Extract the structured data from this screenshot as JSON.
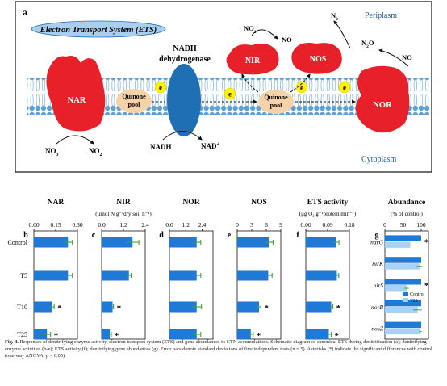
{
  "schematic": {
    "panel_letter": "a",
    "title": "Electron Transport System (ETS)",
    "periplasm": "Periplasm",
    "cytoplasm": "Cytoplasm",
    "nadh_dh_line1": "NADH",
    "nadh_dh_line2": "dehydrogenase",
    "nadh": "NADH",
    "nad": "NAD",
    "nad_sup": "+",
    "nar": "NAR",
    "nir": "NIR",
    "nos": "NOS",
    "nor": "NOR",
    "quinone_line1": "Quinone",
    "quinone_line2": "pool",
    "electron": "e",
    "no3": "NO",
    "no3_sub": "3",
    "no3_sup": "-",
    "no2_in": "NO",
    "no2_in_sub": "2",
    "no2_in_sup": "-",
    "no2_out": "NO",
    "no2_out_sub": "2",
    "no2_out_sup": "-",
    "no_a": "NO",
    "no_b": "NO",
    "n2o": "N",
    "n2o_sub": "2",
    "n2o_tail": "O",
    "n2": "N",
    "n2_sub": "2",
    "colors": {
      "enzyme_red": "#e8202a",
      "dehydrogenase_blue": "#1f6fb5",
      "quinone_fill": "#f6d2a8",
      "electron_fill": "#fff200",
      "title_ellipse": "#a9cfee",
      "membrane_blue": "#5ea0d6"
    }
  },
  "bar_panels": {
    "row_labels": [
      "Control",
      "T5",
      "T10",
      "T25"
    ],
    "asterisk": "*",
    "colors": {
      "bar": "#1e7ad6",
      "error": "#3aa33a"
    }
  },
  "caption": {
    "fig": "Fig. 4.",
    "text": " Responses of denitrifying enzyme activity, electron transport system (ETS) and gene abundances to CTN accumulations. Schematic diagram of canonical ETS during denitrification (a); denitrifying enzyme activities (b-e); ETS activity (f); denitrifying gene abundances (g). Error bars denote standard deviations of five independent tests (n = 5). Asterisks (*) indicate the significant differences with control (one-way ANOVA, p < 0.05)."
  },
  "chart_data": [
    {
      "panel": "b",
      "type": "bar",
      "orientation": "horizontal",
      "title": "NAR",
      "unit_label": "",
      "categories": [
        "Control",
        "T5",
        "T10",
        "T25"
      ],
      "values": [
        0.235,
        0.235,
        0.125,
        0.09
      ],
      "errors": [
        0.03,
        0.03,
        0.015,
        0.025
      ],
      "significant": [
        false,
        false,
        true,
        true
      ],
      "xlim": [
        0,
        0.3
      ],
      "ticks": [
        0.0,
        0.15,
        0.3
      ],
      "tick_labels": [
        "0.00",
        "0.15",
        "0.30"
      ]
    },
    {
      "panel": "c",
      "type": "bar",
      "orientation": "horizontal",
      "title": "NIR",
      "unit_label": "(μmol N g⁻¹dry soil h⁻¹)",
      "categories": [
        "Control",
        "T5",
        "T10",
        "T25"
      ],
      "values": [
        1.7,
        1.5,
        0.6,
        0.45
      ],
      "errors": [
        0.35,
        0.12,
        0.05,
        0.08
      ],
      "significant": [
        false,
        false,
        true,
        true
      ],
      "xlim": [
        0,
        2.4
      ],
      "ticks": [
        0.0,
        1.2,
        2.4
      ],
      "tick_labels": [
        "0.0",
        "1.2",
        "2.4"
      ]
    },
    {
      "panel": "d",
      "type": "bar",
      "orientation": "horizontal",
      "title": "NOR",
      "unit_label": "",
      "categories": [
        "Control",
        "T5",
        "T10",
        "T25"
      ],
      "values": [
        2.0,
        2.0,
        2.0,
        2.0
      ],
      "errors": [
        0.3,
        0.3,
        0.35,
        0.3
      ],
      "significant": [
        false,
        false,
        false,
        false
      ],
      "xlim": [
        0,
        3.2
      ],
      "ticks": [
        0.0,
        1.2,
        2.4
      ],
      "tick_labels": [
        "0.0",
        "1.2",
        "2.4"
      ]
    },
    {
      "panel": "e",
      "type": "bar",
      "orientation": "horizontal",
      "title": "NOS",
      "unit_label": "",
      "categories": [
        "Control",
        "T5",
        "T10",
        "T25"
      ],
      "values": [
        6.5,
        6.4,
        4.5,
        2.8
      ],
      "errors": [
        0.9,
        0.8,
        0.4,
        0.5
      ],
      "significant": [
        false,
        false,
        true,
        true
      ],
      "xlim": [
        0,
        9
      ],
      "ticks": [
        0,
        3,
        6,
        9
      ],
      "tick_labels": [
        "0",
        "3",
        "6",
        "9"
      ]
    },
    {
      "panel": "f",
      "type": "bar",
      "orientation": "horizontal",
      "title": "ETS activity",
      "unit_label": "(μg O₂ g⁻¹protein min⁻¹)",
      "categories": [
        "Control",
        "T5",
        "T10",
        "T25"
      ],
      "values": [
        0.125,
        0.128,
        0.105,
        0.095
      ],
      "errors": [
        0.012,
        0.008,
        0.007,
        0.01
      ],
      "significant": [
        false,
        false,
        true,
        true
      ],
      "xlim": [
        0,
        0.18
      ],
      "ticks": [
        0.0,
        0.09,
        0.18
      ],
      "tick_labels": [
        "0.00",
        "0.09",
        "0.18"
      ]
    },
    {
      "panel": "g",
      "type": "bar",
      "orientation": "horizontal",
      "title": "Abundance",
      "unit_label": "(% of control)",
      "categories": [
        "narG",
        "nirK",
        "nirS",
        "norB",
        "nosZ"
      ],
      "series": [
        {
          "name": "Control",
          "values": [
            100,
            100,
            100,
            100,
            100
          ]
        },
        {
          "name": "T25",
          "values": [
            70,
            95,
            60,
            90,
            98
          ]
        }
      ],
      "errors": [
        [
          0,
          0,
          0,
          0,
          0
        ],
        [
          6,
          8,
          6,
          12,
          4
        ]
      ],
      "significant": [
        true,
        false,
        true,
        false,
        false
      ],
      "xlim": [
        0,
        120
      ],
      "ticks": [
        0,
        50,
        100
      ],
      "tick_labels": [
        "0",
        "50",
        "100"
      ]
    }
  ]
}
